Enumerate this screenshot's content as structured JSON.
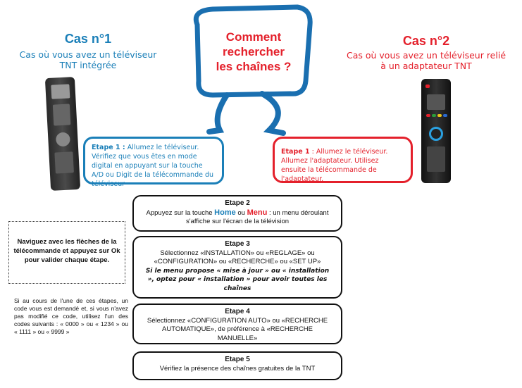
{
  "title": [
    "Comment",
    "rechercher",
    "les chaînes ?"
  ],
  "cas1": {
    "title": "Cas n°1",
    "subtitle": [
      "Cas où vous avez un téléviseur",
      "TNT intégrée"
    ]
  },
  "cas2": {
    "title": "Cas n°2",
    "subtitle": [
      "Cas où vous avez un téléviseur relié",
      "à un adaptateur TNT"
    ]
  },
  "etape1_tv": {
    "label": "Etape 1 :",
    "text": "Allumez le téléviseur. Vérifiez que vous êtes en mode digital en appuyant sur la touche A/D ou Digit de la télécommande du téléviseur"
  },
  "etape1_adapt": {
    "label": "Etape 1",
    "text": ": Allumez le téléviseur. Allumez l'adaptateur. Utilisez ensuite la télécommande de l'adaptateur."
  },
  "etape2": {
    "title": "Etape 2",
    "pre": "Appuyez sur la touche",
    "home": "Home",
    "or": "ou",
    "menu": "Menu",
    "post": ": un menu déroulant s'affiche sur l'écran de la télévision"
  },
  "etape3": {
    "title": "Etape 3",
    "text": "Sélectionnez «INSTALLATION» ou «REGLAGE» ou «CONFIGURATION» ou «RECHERCHE» ou «SET UP»",
    "note": "Si le menu propose « mise à jour » ou « installation », optez pour « installation » pour avoir toutes les chaînes"
  },
  "etape4": {
    "title": "Etape 4",
    "text": "Sélectionnez «CONFIGURATION AUTO» ou «RECHERCHE AUTOMATIQUE», de préférence à «RECHERCHE MANUELLE»"
  },
  "etape5": {
    "title": "Etape 5",
    "text": "Vérifiez la présence des chaînes gratuites de la TNT"
  },
  "nav_hint": "Naviguez avec les flèches de la télécommande et appuyez sur Ok pour valider chaque étape.",
  "code_hint": "Si au cours de l'une de ces étapes, un code vous est demandé et, si vous n'avez pas modifié ce code, utilisez l'un des codes suivants : « 0000 » ou « 1234 » ou « 1111 » ou « 9999 »",
  "colors": {
    "blue": "#1a7fb8",
    "red": "#e4202b"
  }
}
